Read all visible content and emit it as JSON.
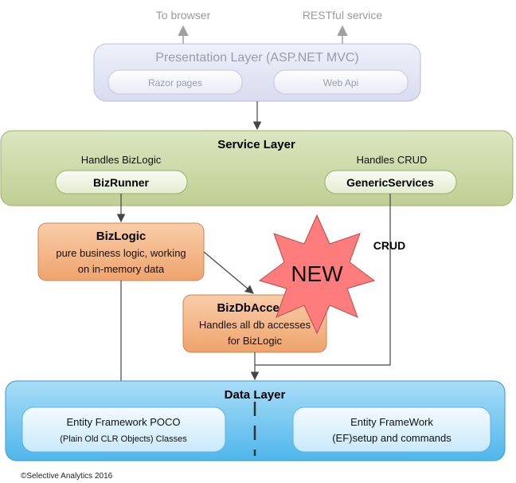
{
  "presentation": {
    "title": "Presentation Layer (ASP.NET MVC)",
    "razor": "Razor pages",
    "webapi": "Web Api",
    "to_browser": "To browser",
    "restful": "RESTful service"
  },
  "service": {
    "title": "Service Layer",
    "handles_bizlogic": "Handles BizLogic",
    "handles_crud": "Handles CRUD",
    "bizrunner": "BizRunner",
    "generic": "GenericServices"
  },
  "bizlogic": {
    "title": "BizLogic",
    "line1": "pure business logic, working",
    "line2": "on in-memory data"
  },
  "bizdbaccess": {
    "title": "BizDbAccess",
    "line1": "Handles all db accesses",
    "line2": "for BizLogic"
  },
  "star_label": "NEW",
  "crud_label": "CRUD",
  "data": {
    "title": "Data Layer",
    "poco_line1": "Entity Framework POCO",
    "poco_line2": "(Plain Old CLR Objects) Classes",
    "ef_line1": "Entity FrameWork",
    "ef_line2": "(EF)setup and commands"
  },
  "copyright": "©Selective Analytics 2016",
  "colors": {
    "presentation_fill": "#E4E6F4",
    "service_fill": "#D1DDB0",
    "bizlogic_fill": "#F5B98D",
    "star_fill": "#FF7C7C",
    "data_fill": "#86CDF2"
  }
}
